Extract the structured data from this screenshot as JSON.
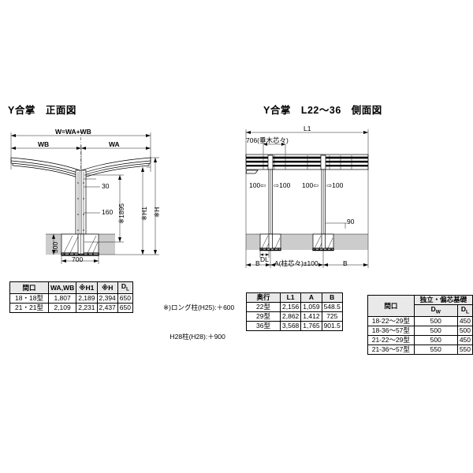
{
  "titles": {
    "front": "Y合掌　正面図",
    "side": "Y合掌　L22〜36　側面図"
  },
  "front_view": {
    "dim_total": "W=WA+WB",
    "dim_wb": "WB",
    "dim_wa": "WA",
    "dim_30": "30",
    "dim_160": "160",
    "dim_1895": "※1895",
    "dim_h1": "※H1",
    "dim_h": "※H",
    "dim_500": "500",
    "dim_700": "700"
  },
  "side_view": {
    "dim_l1": "L1",
    "dim_706": "706(垂木芯々)",
    "dim_100_a_left": "100⇦",
    "dim_100_a_right": "⇨100",
    "dim_100_b_left": "100⇦",
    "dim_100_b_right": "⇨100",
    "dim_90": "90",
    "dim_dl": "DL",
    "dim_a": "A(柱芯々)±100",
    "dim_b_left": "B",
    "dim_b_right": "B"
  },
  "note": {
    "line1": "※)ロング柱(H25):＋600",
    "line2": "　H28柱(H28):＋900"
  },
  "table_front": {
    "headers": [
      "間口",
      "WA,WB",
      "※H1",
      "※H",
      "DL"
    ],
    "rows": [
      [
        "18・18型",
        "1,807",
        "2,189",
        "2,394",
        "650"
      ],
      [
        "21・21型",
        "2,109",
        "2,231",
        "2,437",
        "650"
      ]
    ]
  },
  "table_depth": {
    "headers": [
      "奥行",
      "L1",
      "A",
      "B"
    ],
    "rows": [
      [
        "22型",
        "2,156",
        "1,059",
        "548.5"
      ],
      [
        "29型",
        "2,862",
        "1,412",
        "725"
      ],
      [
        "36型",
        "3,568",
        "1,765",
        "901.5"
      ]
    ]
  },
  "table_base": {
    "header_span": "独立・偏芯基礎",
    "header_first": "間口",
    "sub_headers": [
      "DW",
      "DL"
    ],
    "rows": [
      [
        "18-22〜29型",
        "500",
        "450"
      ],
      [
        "18-36〜57型",
        "500",
        "500"
      ],
      [
        "21-22〜29型",
        "500",
        "450"
      ],
      [
        "21-36〜57型",
        "550",
        "550"
      ]
    ]
  },
  "colors": {
    "line": "#000000",
    "ground": "#cccccc",
    "background": "#ffffff",
    "header_fill": "#e9e9e9"
  }
}
